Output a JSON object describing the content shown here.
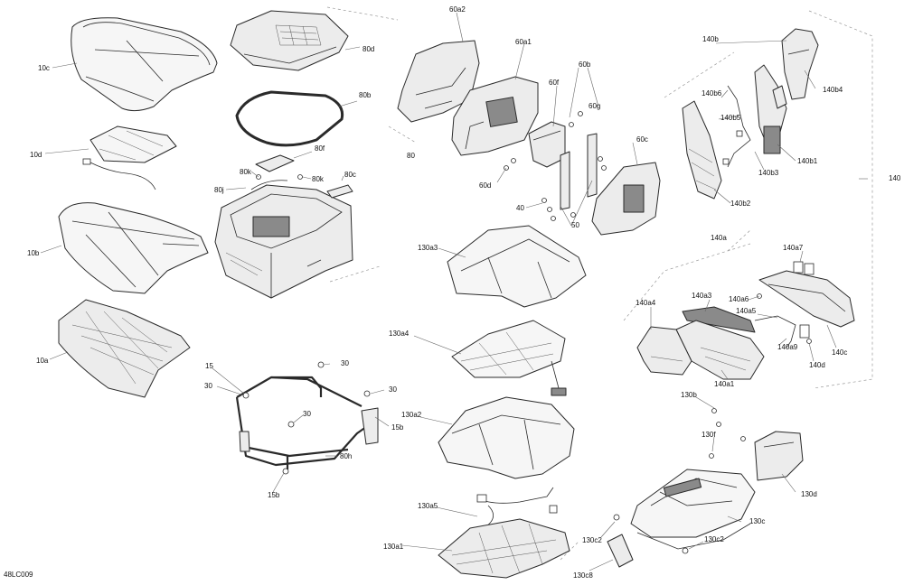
{
  "diagram": {
    "figure_code": "48LC009",
    "callouts": {
      "c10c": "10c",
      "c10d": "10d",
      "c10b": "10b",
      "c10a": "10a",
      "c80d": "80d",
      "c80b": "80b",
      "c80f": "80f",
      "c80k_a": "80k",
      "c80k_b": "80k",
      "c80j": "80j",
      "c80c": "80c",
      "c80": "80",
      "c80h": "80h",
      "c60a2": "60a2",
      "c60a1": "60a1",
      "c60b": "60b",
      "c60f": "60f",
      "c60g": "60g",
      "c60c": "60c",
      "c60d": "60d",
      "c40": "40",
      "c50": "50",
      "c140b": "140b",
      "c140b6": "140b6",
      "c140b5": "140b5",
      "c140b4": "140b4",
      "c140b3": "140b3",
      "c140b1": "140b1",
      "c140b2": "140b2",
      "c140": "140",
      "c140a": "140a",
      "c140a7": "140a7",
      "c140a4": "140a4",
      "c140a3": "140a3",
      "c140a6": "140a6",
      "c140a5": "140a5",
      "c140a1": "140a1",
      "c140a9": "140a9",
      "c140c": "140c",
      "c140d": "140d",
      "c130a3": "130a3",
      "c130a4": "130a4",
      "c130a2": "130a2",
      "c130a5": "130a5",
      "c130a1": "130a1",
      "c130b": "130b",
      "c130f": "130f",
      "c130d": "130d",
      "c130c": "130c",
      "c130c2_a": "130c2",
      "c130c2_b": "130c2",
      "c130c8": "130c8",
      "c15": "15",
      "c30_a": "30",
      "c30_b": "30",
      "c30_c": "30",
      "c30_d": "30",
      "c15b_a": "15b",
      "c15b_b": "15b"
    }
  }
}
